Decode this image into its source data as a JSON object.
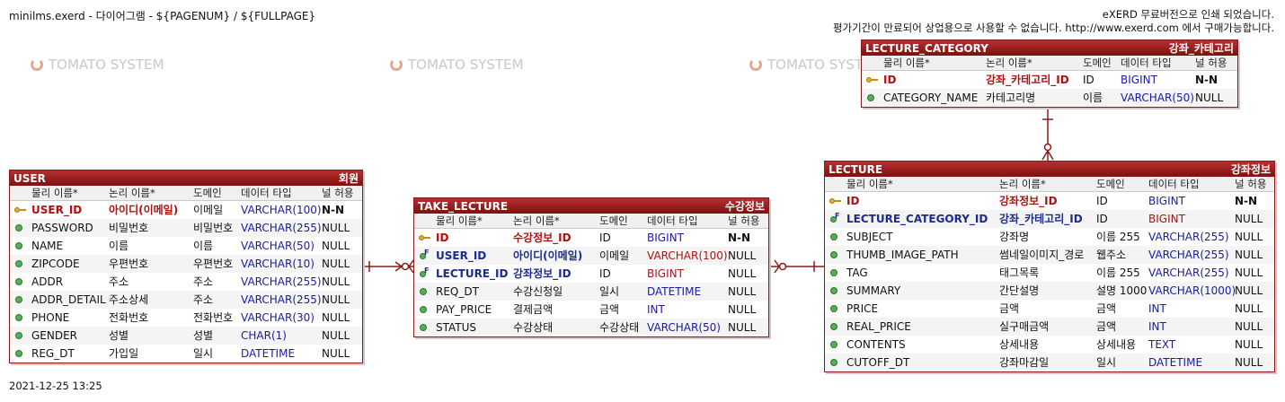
{
  "page": {
    "header_left": "minilms.exerd - 다이어그램 - ${PAGENUM} / ${FULLPAGE}",
    "header_right_line1": "eXERD 무료버전으로 인쇄 되었습니다.",
    "header_right_line2": "평가기간이 만료되어 상업용으로 사용할 수 없습니다. http://www.exerd.com 에서 구매가능합니다.",
    "footer_timestamp": "2021-12-25 13:25",
    "watermark": "TOMATO SYSTEM"
  },
  "columns_header": {
    "physical": "물리 이름*",
    "logical": "논리 이름*",
    "domain": "도메인",
    "datatype": "데이터 타입",
    "nullable": "널 허용"
  },
  "colors": {
    "title_bar": "#8f1a1a",
    "pk": "#b01010",
    "fk": "#1c2c8c",
    "datatype": "#1a1aa8"
  },
  "entities": {
    "user": {
      "name": "USER",
      "logical_name": "회원",
      "rows": [
        {
          "kind": "pk",
          "physical": "USER_ID",
          "logical": "아이디(이메일)",
          "domain": "이메일",
          "type": "VARCHAR(100)",
          "nullable": "N-N"
        },
        {
          "kind": "col",
          "physical": "PASSWORD",
          "logical": "비밀번호",
          "domain": "비밀번호",
          "type": "VARCHAR(255)",
          "nullable": "NULL"
        },
        {
          "kind": "col",
          "physical": "NAME",
          "logical": "이름",
          "domain": "이름",
          "type": "VARCHAR(50)",
          "nullable": "NULL"
        },
        {
          "kind": "col",
          "physical": "ZIPCODE",
          "logical": "우편번호",
          "domain": "우편번호",
          "type": "VARCHAR(10)",
          "nullable": "NULL"
        },
        {
          "kind": "col",
          "physical": "ADDR",
          "logical": "주소",
          "domain": "주소",
          "type": "VARCHAR(255)",
          "nullable": "NULL"
        },
        {
          "kind": "col",
          "physical": "ADDR_DETAIL",
          "logical": "주소상세",
          "domain": "주소",
          "type": "VARCHAR(255)",
          "nullable": "NULL"
        },
        {
          "kind": "col",
          "physical": "PHONE",
          "logical": "전화번호",
          "domain": "전화번호",
          "type": "VARCHAR(30)",
          "nullable": "NULL"
        },
        {
          "kind": "col",
          "physical": "GENDER",
          "logical": "성별",
          "domain": "성별",
          "type": "CHAR(1)",
          "nullable": "NULL"
        },
        {
          "kind": "col",
          "physical": "REG_DT",
          "logical": "가입일",
          "domain": "일시",
          "type": "DATETIME",
          "nullable": "NULL"
        }
      ]
    },
    "take_lecture": {
      "name": "TAKE_LECTURE",
      "logical_name": "수강정보",
      "rows": [
        {
          "kind": "pk",
          "physical": "ID",
          "logical": "수강정보_ID",
          "domain": "ID",
          "type": "BIGINT",
          "nullable": "N-N"
        },
        {
          "kind": "fk",
          "physical": "USER_ID",
          "logical": "아이디(이메일)",
          "domain": "이메일",
          "type": "VARCHAR(100)",
          "nullable": "NULL"
        },
        {
          "kind": "fk",
          "physical": "LECTURE_ID",
          "logical": "강좌정보_ID",
          "domain": "ID",
          "type": "BIGINT",
          "nullable": "NULL"
        },
        {
          "kind": "col",
          "physical": "REQ_DT",
          "logical": "수강신청일",
          "domain": "일시",
          "type": "DATETIME",
          "nullable": "NULL"
        },
        {
          "kind": "col",
          "physical": "PAY_PRICE",
          "logical": "결제금액",
          "domain": "금액",
          "type": "INT",
          "nullable": "NULL"
        },
        {
          "kind": "col",
          "physical": "STATUS",
          "logical": "수강상태",
          "domain": "수강상태",
          "type": "VARCHAR(50)",
          "nullable": "NULL"
        }
      ]
    },
    "lecture_category": {
      "name": "LECTURE_CATEGORY",
      "logical_name": "강좌_카테고리",
      "rows": [
        {
          "kind": "pk",
          "physical": "ID",
          "logical": "강좌_카테고리_ID",
          "domain": "ID",
          "type": "BIGINT",
          "nullable": "N-N"
        },
        {
          "kind": "col",
          "physical": "CATEGORY_NAME",
          "logical": "카테고리명",
          "domain": "이름",
          "type": "VARCHAR(50)",
          "nullable": "NULL"
        }
      ]
    },
    "lecture": {
      "name": "LECTURE",
      "logical_name": "강좌정보",
      "rows": [
        {
          "kind": "pk",
          "physical": "ID",
          "logical": "강좌정보_ID",
          "domain": "ID",
          "type": "BIGINT",
          "nullable": "N-N"
        },
        {
          "kind": "fk",
          "physical": "LECTURE_CATEGORY_ID",
          "logical": "강좌_카테고리_ID",
          "domain": "ID",
          "type": "BIGINT",
          "nullable": "NULL"
        },
        {
          "kind": "col",
          "physical": "SUBJECT",
          "logical": "강좌명",
          "domain": "이름 255",
          "type": "VARCHAR(255)",
          "nullable": "NULL"
        },
        {
          "kind": "col",
          "physical": "THUMB_IMAGE_PATH",
          "logical": "썸네일이미지_경로",
          "domain": "웹주소",
          "type": "VARCHAR(255)",
          "nullable": "NULL"
        },
        {
          "kind": "col",
          "physical": "TAG",
          "logical": "태그목록",
          "domain": "이름 255",
          "type": "VARCHAR(255)",
          "nullable": "NULL"
        },
        {
          "kind": "col",
          "physical": "SUMMARY",
          "logical": "간단설명",
          "domain": "설명 1000",
          "type": "VARCHAR(1000)",
          "nullable": "NULL"
        },
        {
          "kind": "col",
          "physical": "PRICE",
          "logical": "금액",
          "domain": "금액",
          "type": "INT",
          "nullable": "NULL"
        },
        {
          "kind": "col",
          "physical": "REAL_PRICE",
          "logical": "실구매금액",
          "domain": "금액",
          "type": "INT",
          "nullable": "NULL"
        },
        {
          "kind": "col",
          "physical": "CONTENTS",
          "logical": "상세내용",
          "domain": "상세내용",
          "type": "TEXT",
          "nullable": "NULL"
        },
        {
          "kind": "col",
          "physical": "CUTOFF_DT",
          "logical": "강좌마감일",
          "domain": "일시",
          "type": "DATETIME",
          "nullable": "NULL"
        }
      ]
    }
  }
}
